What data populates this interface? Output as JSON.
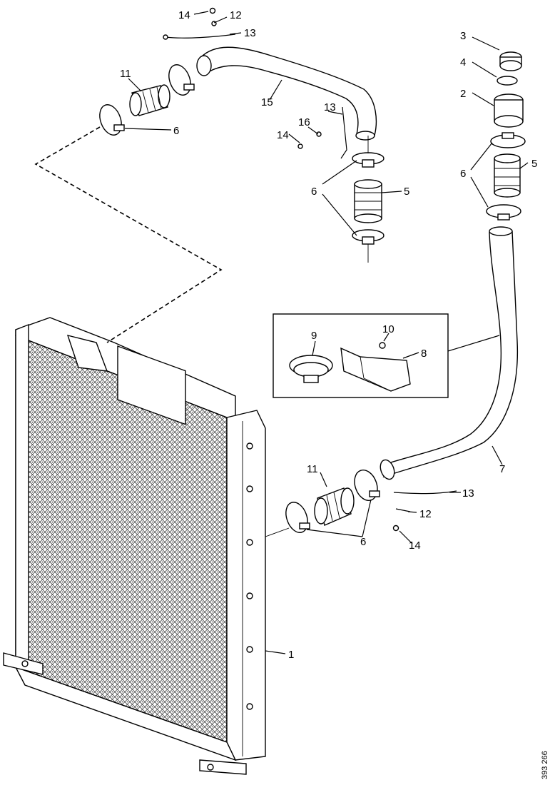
{
  "drawing_code": "393 266",
  "callouts": {
    "c1": "1",
    "c2": "2",
    "c3": "3",
    "c4": "4",
    "c5a": "5",
    "c5b": "5",
    "c6a": "6",
    "c6b": "6",
    "c6c": "6",
    "c6d": "6",
    "c7": "7",
    "c8": "8",
    "c9": "9",
    "c10": "10",
    "c11a": "11",
    "c11b": "11",
    "c12a": "12",
    "c12b": "12",
    "c13a": "13",
    "c13b": "13",
    "c13c": "13",
    "c14a": "14",
    "c14b": "14",
    "c14c": "14",
    "c15": "15",
    "c16": "16"
  }
}
